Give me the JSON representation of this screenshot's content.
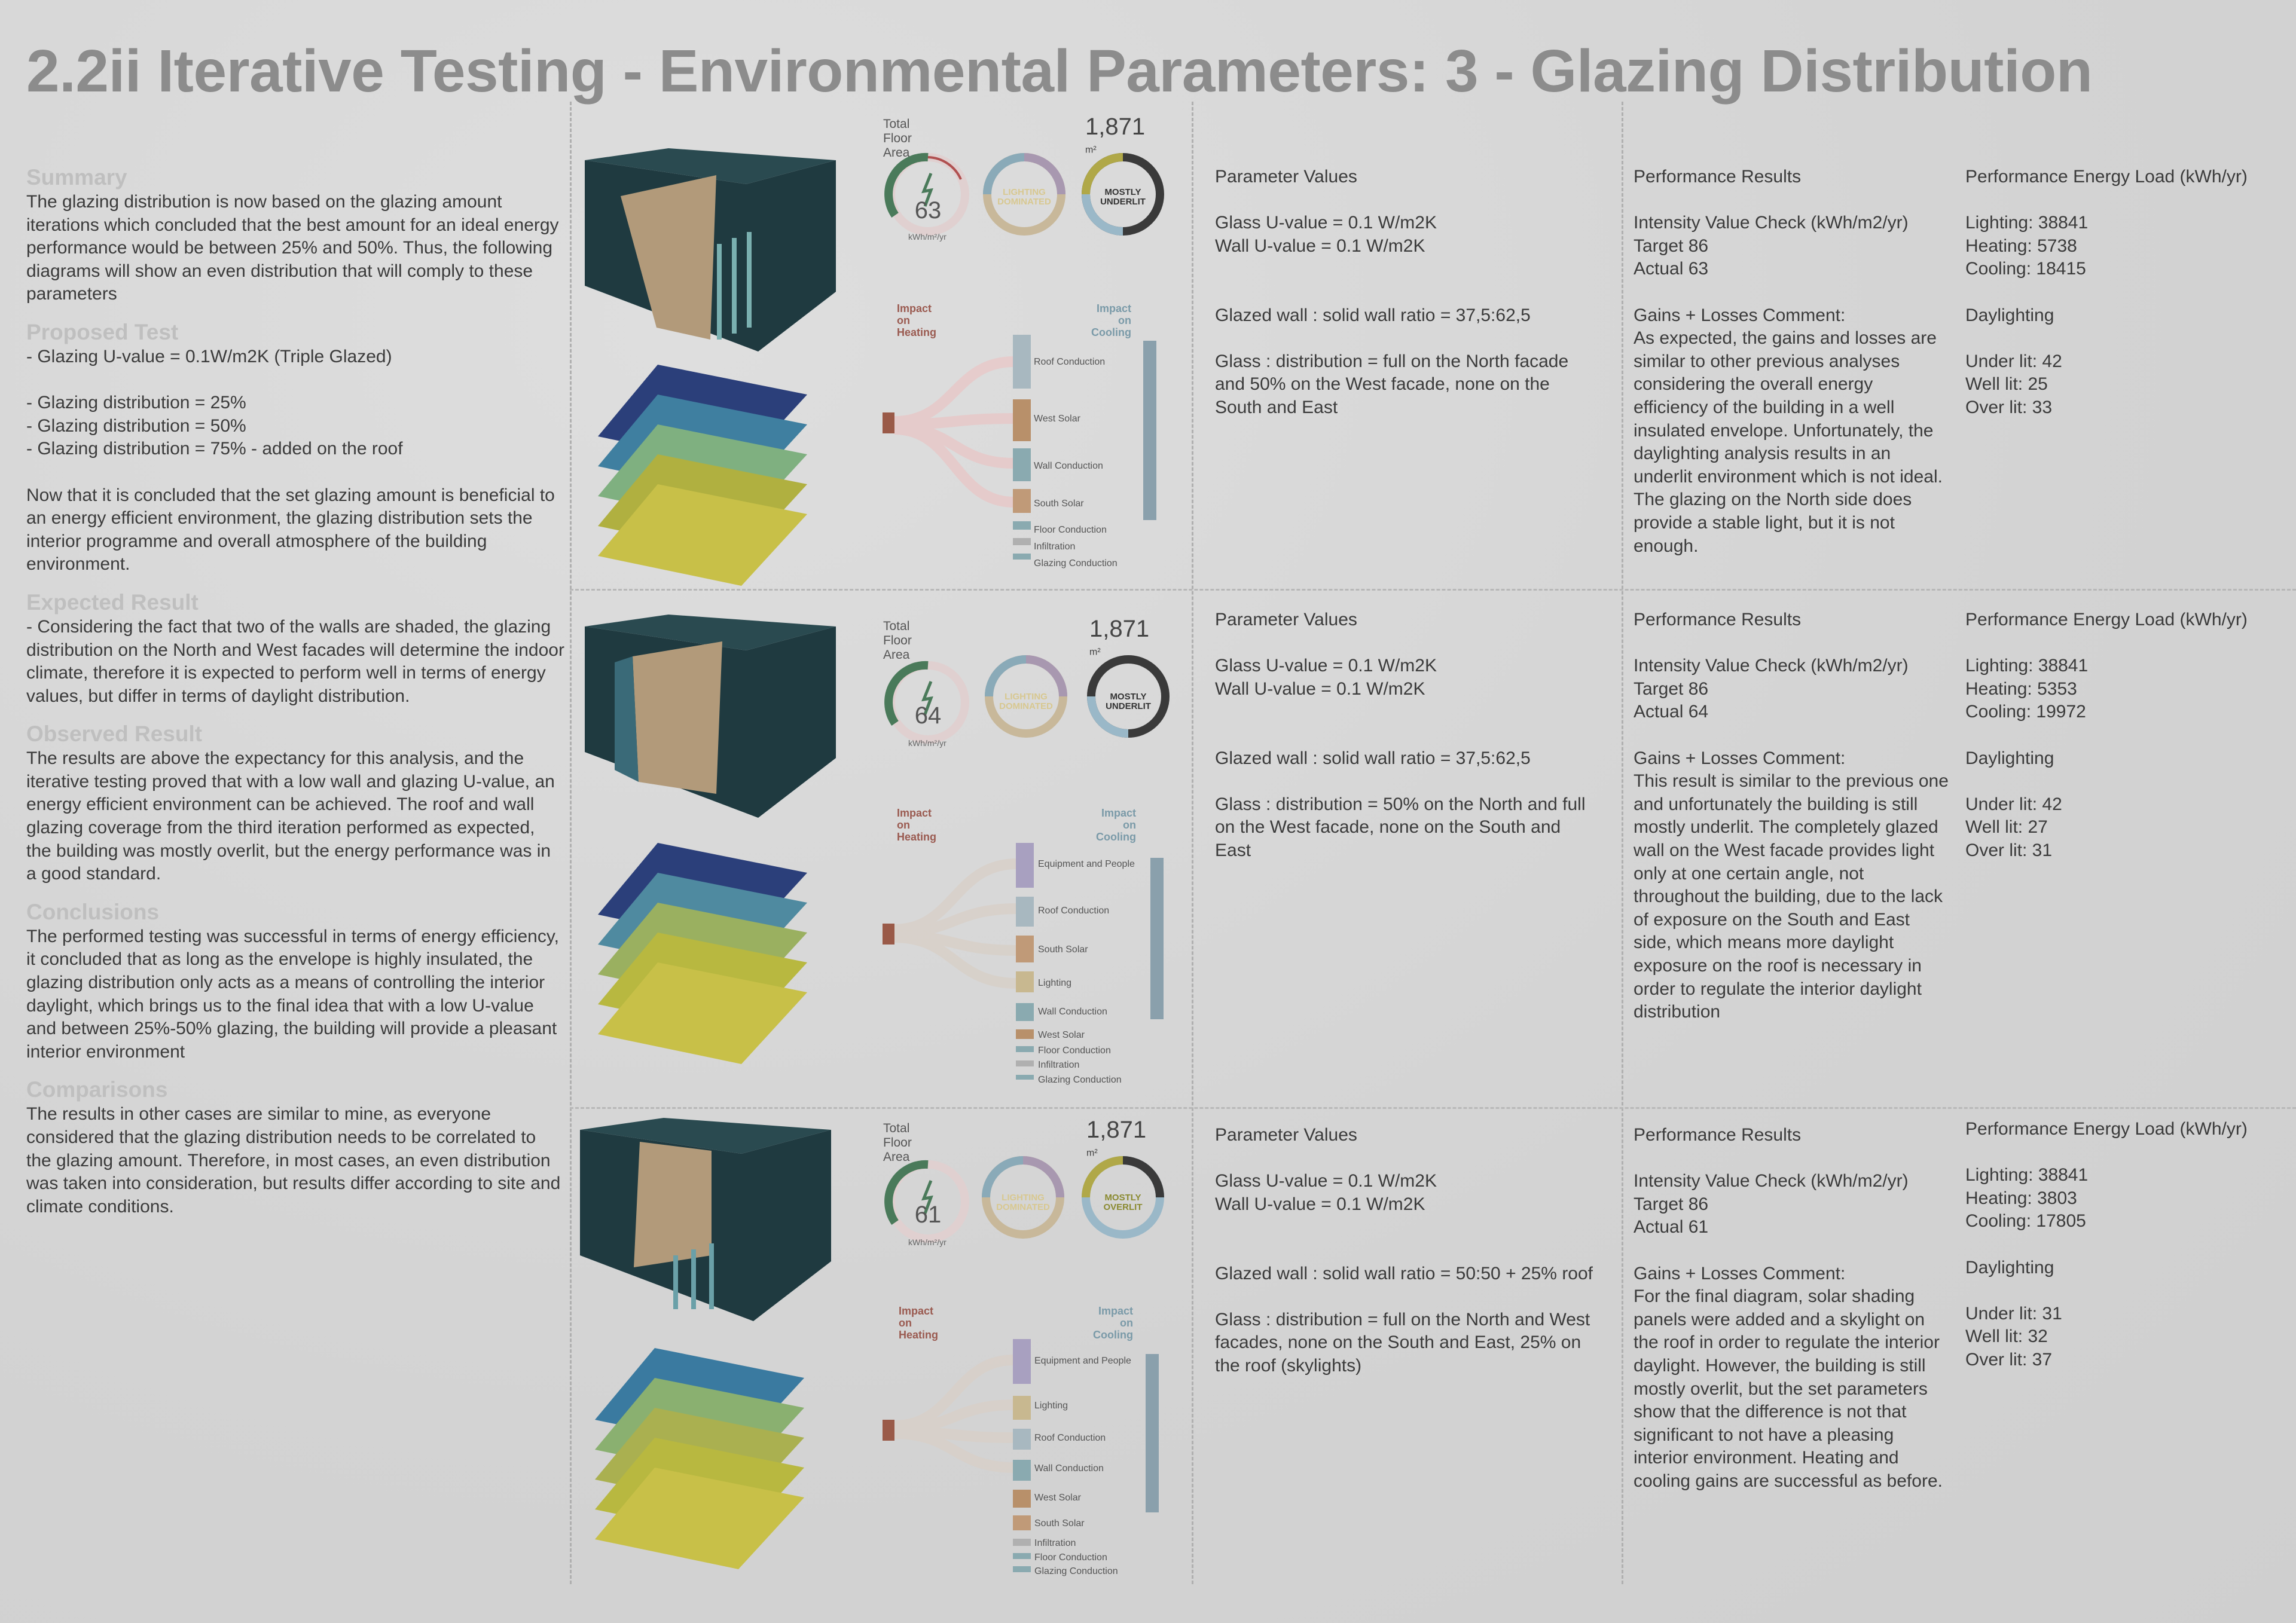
{
  "title": "2.2ii Iterative Testing - Environmental Parameters: 3 - Glazing Distribution",
  "left": {
    "summary_h": "Summary",
    "summary": "The glazing distribution is now based on the glazing amount iterations which concluded that the best amount for an ideal energy performance would be between 25% and 50%. Thus, the following diagrams will show an even distribution that will comply to these parameters",
    "proposed_h": "Proposed Test",
    "proposed": "- Glazing U-value = 0.1W/m2K (Triple Glazed)\n\n- Glazing distribution = 25%\n- Glazing distribution = 50%\n- Glazing distribution = 75% - added on the roof\n\nNow that it is concluded that the set glazing amount is beneficial to an energy efficient environment, the glazing distribution sets the interior programme and overall atmosphere of the building environment.",
    "expected_h": "Expected Result",
    "expected": "- Considering the fact that two of the walls are shaded, the glazing distribution on the North and West facades will determine the indoor climate, therefore it is expected to perform well in terms of energy values, but differ in terms of daylight distribution.",
    "observed_h": "Observed Result",
    "observed": "The results are above the expectancy for this analysis, and the iterative testing proved that with a low wall and glazing U-value, an energy efficient environment can be achieved. The roof and wall glazing coverage from the third iteration performed as expected, the building was mostly overlit, but the energy performance was in a good standard.",
    "conclusions_h": "Conclusions",
    "conclusions": "The performed testing was successful in terms of energy efficiency, it concluded that as long as the envelope is highly insulated, the glazing distribution only acts as a means of controlling the interior daylight, which brings us to the final idea that with a low U-value and between 25%-50% glazing, the building will provide a pleasant interior environment",
    "comparisons_h": "Comparisons",
    "comparisons": "The results in other cases are similar to mine, as everyone considered that the glazing distribution needs to be correlated to the glazing amount. Therefore, in most cases, an even distribution was taken into consideration, but results differ according to site and climate conditions."
  },
  "rows": [
    {
      "tfa_label": "Total Floor Area",
      "tfa_value": "1,871",
      "tfa_unit": "m²",
      "gauge_value": "63",
      "gauge_unit": "kWh/m²/yr",
      "ring1": "LIGHTING\nDOMINATED",
      "ring2": "MOSTLY\nUNDERLIT",
      "impact_heating": "Impact on\nHeating",
      "impact_cooling": "Impact on\nCooling",
      "sankey": [
        "Roof Conduction",
        "West Solar",
        "Wall Conduction",
        "South Solar",
        "Floor Conduction",
        "Infiltration",
        "Glazing Conduction"
      ],
      "params": "Parameter Values\n\nGlass U-value = 0.1 W/m2K\nWall U-value = 0.1 W/m2K\n\n\nGlazed wall : solid wall ratio = 37,5:62,5\n\nGlass : distribution = full on the North facade and 50% on the West facade, none on the South and East",
      "perf": "Performance Results\n\nIntensity Value Check (kWh/m2/yr)\nTarget 86\nActual 63\n\nGains + Losses Comment:\nAs expected, the gains and losses are similar to other previous analyses considering the overall energy efficiency of the building in a well insulated envelope. Unfortunately, the daylighting analysis results in an underlit environment which is not ideal. The glazing on the North side does provide a stable light, but it is not enough.",
      "energy": "Performance Energy Load (kWh/yr)\n\nLighting: 38841\nHeating: 5738\nCooling: 18415\n\nDaylighting\n\nUnder lit: 42\nWell lit: 25\nOver lit: 33"
    },
    {
      "tfa_label": "Total Floor Area",
      "tfa_value": "1,871",
      "tfa_unit": "m²",
      "gauge_value": "64",
      "gauge_unit": "kWh/m²/yr",
      "ring1": "LIGHTING\nDOMINATED",
      "ring2": "MOSTLY\nUNDERLIT",
      "impact_heating": "Impact on\nHeating",
      "impact_cooling": "Impact on\nCooling",
      "sankey": [
        "Equipment and People",
        "Roof Conduction",
        "South Solar",
        "Lighting",
        "Wall Conduction",
        "West Solar",
        "Floor Conduction",
        "Infiltration",
        "Glazing Conduction"
      ],
      "params": "Parameter Values\n\nGlass U-value = 0.1 W/m2K\nWall U-value = 0.1 W/m2K\n\n\nGlazed wall : solid wall ratio = 37,5:62,5\n\nGlass : distribution = 50% on the North and full on the West facade, none on the South and East",
      "perf": "Performance Results\n\nIntensity Value Check (kWh/m2/yr)\nTarget 86\nActual 64\n\nGains + Losses Comment:\nThis result is similar to the previous one and unfortunately the building is still mostly underlit. The completely glazed wall on the West facade provides light only at one certain angle, not throughout the building, due to the lack of exposure on the South and East side, which means more daylight exposure on the roof is necessary in order to regulate the interior daylight distribution",
      "energy": "Performance Energy Load (kWh/yr)\n\nLighting: 38841\nHeating: 5353\nCooling: 19972\n\nDaylighting\n\nUnder lit: 42\nWell lit: 27\nOver lit: 31"
    },
    {
      "tfa_label": "Total Floor Area",
      "tfa_value": "1,871",
      "tfa_unit": "m²",
      "gauge_value": "61",
      "gauge_unit": "kWh/m²/yr",
      "ring1": "LIGHTING\nDOMINATED",
      "ring2": "MOSTLY\nOVERLIT",
      "impact_heating": "Impact on\nHeating",
      "impact_cooling": "Impact on\nCooling",
      "sankey": [
        "Equipment and People",
        "Lighting",
        "Roof Conduction",
        "Wall Conduction",
        "West Solar",
        "South Solar",
        "Infiltration",
        "Floor Conduction",
        "Glazing Conduction"
      ],
      "params": "Parameter Values\n\nGlass U-value = 0.1 W/m2K\nWall U-value = 0.1 W/m2K\n\n\nGlazed wall : solid wall ratio = 50:50 + 25% roof\n\nGlass : distribution = full on the North and West facades, none on the South and East, 25% on the roof (skylights)",
      "perf": "Performance Results\n\nIntensity Value Check (kWh/m2/yr)\nTarget 86\nActual 61\n\nGains + Losses Comment:\nFor the final diagram, solar shading panels were added and a skylight on the roof in order to regulate the interior daylight. However, the building is still mostly overlit, but the set parameters show that the difference is not that significant to not have a pleasing interior environment. Heating and cooling gains are successful as before.",
      "energy": "Performance Energy Load (kWh/yr)\n\nLighting: 38841\nHeating: 3803\nCooling: 17805\n\nDaylighting\n\nUnder lit: 31\nWell lit: 32\nOver lit: 37"
    }
  ]
}
